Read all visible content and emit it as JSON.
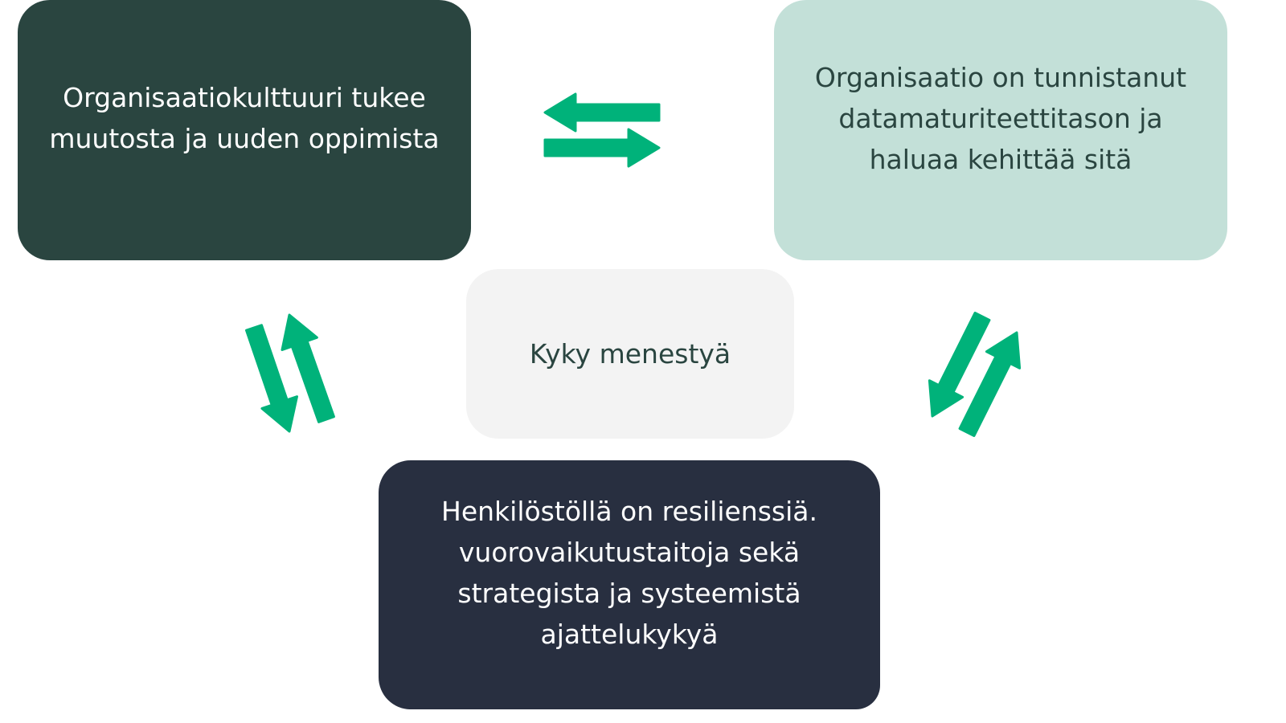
{
  "boxes": {
    "culture": "Organisaatiokulttuuri tukee muutosta ja uuden oppimista",
    "maturity": "Organisaatio on tunnistanut datamaturiteettitason ja haluaa kehittää sitä",
    "center": "Kyky menestyä",
    "personnel": "Henkilöstöllä on resilienssiä. vuorovaikutustaitoja sekä strategista ja systeemistä ajattelukykyä"
  },
  "colors": {
    "culture_bg": "#2a4540",
    "maturity_bg": "#c3e0d8",
    "center_bg": "#f3f3f3",
    "personnel_bg": "#282f40",
    "arrow": "#00b27a"
  },
  "icons": [
    "bidirectional-arrows-icon"
  ]
}
